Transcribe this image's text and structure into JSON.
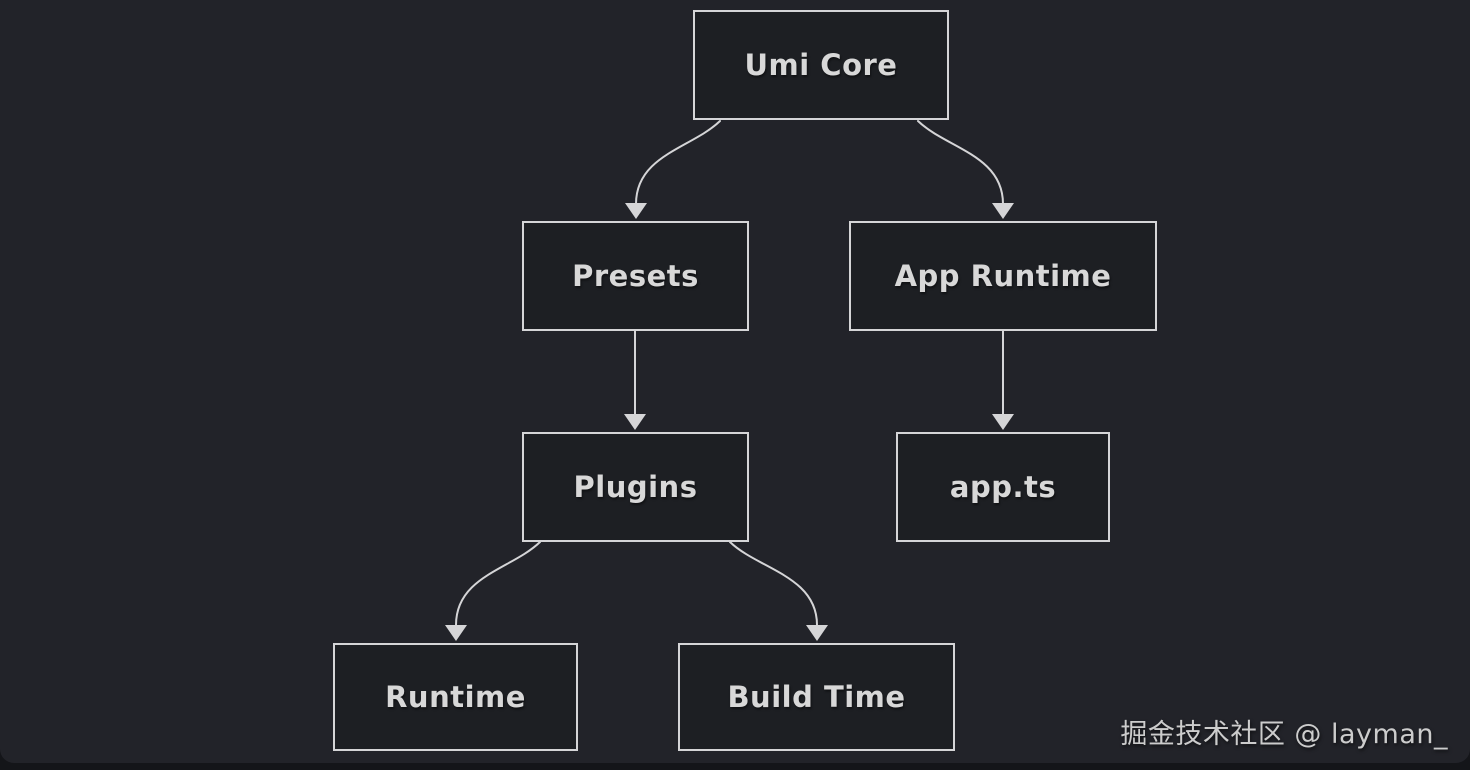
{
  "diagram": {
    "nodes": [
      {
        "id": "umi-core",
        "label": "Umi Core"
      },
      {
        "id": "presets",
        "label": "Presets"
      },
      {
        "id": "app-runtime",
        "label": "App Runtime"
      },
      {
        "id": "plugins",
        "label": "Plugins"
      },
      {
        "id": "app-ts",
        "label": "app.ts"
      },
      {
        "id": "runtime",
        "label": "Runtime"
      },
      {
        "id": "build-time",
        "label": "Build Time"
      }
    ],
    "edges": [
      {
        "from": "umi-core",
        "to": "presets"
      },
      {
        "from": "umi-core",
        "to": "app-runtime"
      },
      {
        "from": "presets",
        "to": "plugins"
      },
      {
        "from": "app-runtime",
        "to": "app-ts"
      },
      {
        "from": "plugins",
        "to": "runtime"
      },
      {
        "from": "plugins",
        "to": "build-time"
      }
    ]
  },
  "watermark": {
    "text": "掘金技术社区 @ layman_"
  },
  "colors": {
    "background": "#222329",
    "node_fill": "#1d1f23",
    "node_border": "#d5d5d7",
    "node_text": "#d8d8d8",
    "connector": "#d5d5d7",
    "watermark_text": "#cccccc"
  }
}
